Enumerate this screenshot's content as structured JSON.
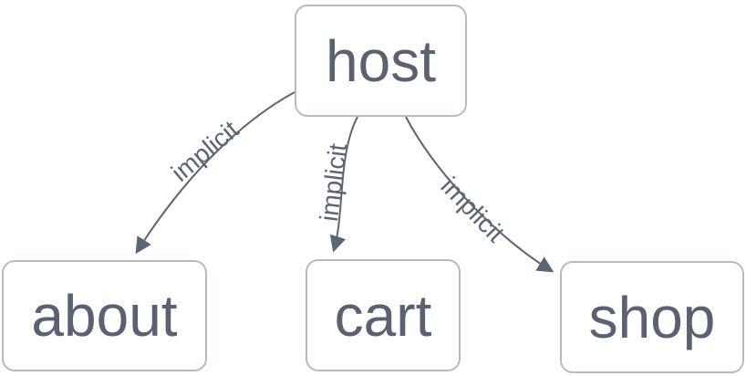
{
  "diagram": {
    "type": "flowchart",
    "direction": "top-down",
    "nodes": [
      {
        "id": "host",
        "label": "host"
      },
      {
        "id": "about",
        "label": "about"
      },
      {
        "id": "cart",
        "label": "cart"
      },
      {
        "id": "shop",
        "label": "shop"
      }
    ],
    "edges": [
      {
        "from": "host",
        "to": "about",
        "label": "implicit",
        "arrow": "filled-arrowhead"
      },
      {
        "from": "host",
        "to": "cart",
        "label": "implicit",
        "arrow": "filled-arrowhead"
      },
      {
        "from": "host",
        "to": "shop",
        "label": "implicit",
        "arrow": "filled-arrowhead"
      }
    ],
    "colors": {
      "background": "#ffffff",
      "node_fill": "#ffffff",
      "node_border": "#b6bac1",
      "node_text": "#5a6170",
      "edge_stroke": "#5c6574",
      "edge_label_text": "#5c6574"
    }
  }
}
